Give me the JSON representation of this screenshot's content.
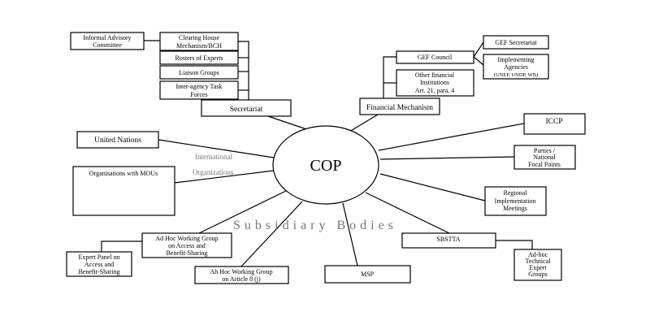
{
  "center": "COP",
  "secretariat": {
    "label": "Secretariat",
    "informal": [
      "Informal Advisory",
      "Committee"
    ],
    "children": [
      [
        "Clearing House",
        "Mechanism/BCH"
      ],
      [
        "Rosters of Experts"
      ],
      [
        "Liaison Groups"
      ],
      [
        "Inter-agency Task",
        "Forces"
      ]
    ]
  },
  "financial": {
    "label": "Financial Mechanism",
    "gef_council": "GEF Council",
    "gef_secretariat": "GEF Secretariat",
    "implementing": [
      "Implementing",
      "Agencies",
      "(UNEP, UNDP, WB)"
    ],
    "other": [
      "Other financial",
      "Institutions",
      "Art. 21, para. 4"
    ]
  },
  "iccp": "ICCP",
  "parties": [
    "Parties /",
    "National",
    "Focal Points"
  ],
  "regional": [
    "Regional",
    "Implementation",
    "Meetings"
  ],
  "sbstta": "SBSTTA",
  "adhoc_technical": [
    "Ad-hoc",
    "Technical",
    "Expert",
    "Groups"
  ],
  "msp": "MSP",
  "article8": [
    "Ah Hoc Working Group",
    "on Article 8 (j)"
  ],
  "abs_wg": [
    "Ad Hoc Working Group",
    "on Access and",
    "Benefit-Sharing"
  ],
  "expert_panel": [
    "Expert Panel on",
    "Access and",
    "Benefit-Sharing"
  ],
  "united_nations": "United Nations",
  "mous": "Organisations with MOUs",
  "intl_label": [
    "International",
    "Organizations"
  ],
  "subsidiary_label": "Subsidiary Bodies"
}
